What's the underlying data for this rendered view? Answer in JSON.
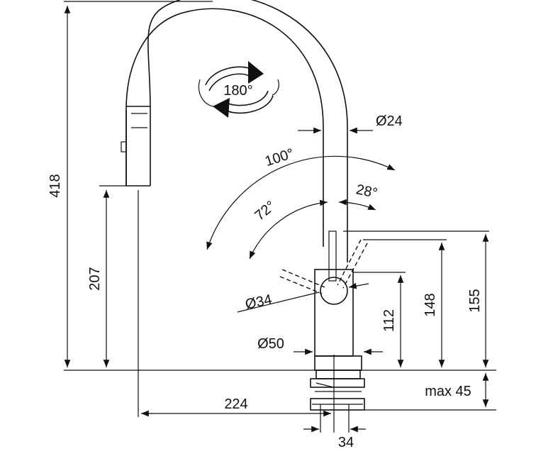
{
  "labels": {
    "total_height": "418",
    "spout_height": "207",
    "rotation": "180°",
    "spout_diameter": "Ø24",
    "angle_outer": "100°",
    "angle_inner": "72°",
    "angle_right": "28°",
    "lever_diameter": "Ø34",
    "lever_height": "112",
    "lever_top_height": "148",
    "lever_max_height": "155",
    "base_diameter": "Ø50",
    "max_counter": "max 45",
    "reach": "224",
    "base_width": "34"
  },
  "colors": {
    "line": "#111111",
    "background": "#ffffff"
  }
}
